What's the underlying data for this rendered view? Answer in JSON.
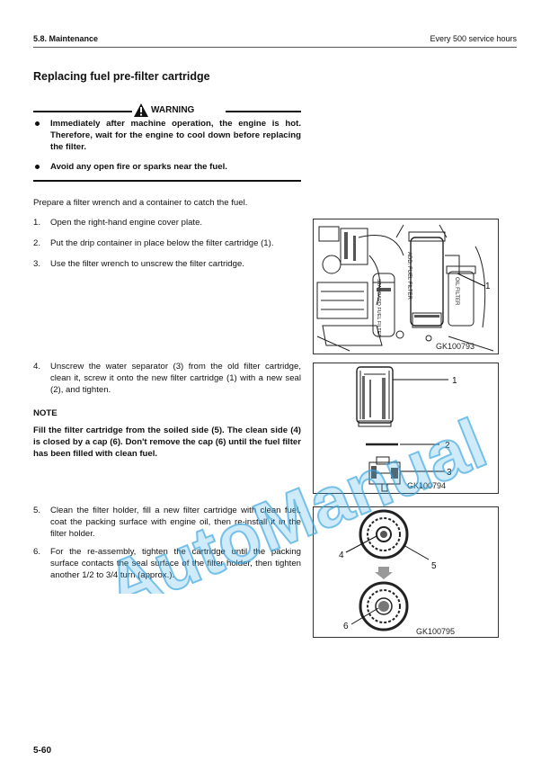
{
  "header": {
    "section": "5.8.  Maintenance",
    "interval": "Every 500 service hours"
  },
  "title": "Replacing fuel pre-filter cartridge",
  "warning": {
    "label": "WARNING",
    "items": [
      "Immediately after machine operation, the engine is hot. Therefore, wait for the engine to cool down before replacing the filter.",
      "Avoid any open fire or sparks near the fuel."
    ]
  },
  "intro": "Prepare a filter wrench and a container to catch the fuel.",
  "steps": [
    {
      "num": "1.",
      "text": "Open the right-hand engine cover plate."
    },
    {
      "num": "2.",
      "text": "Put the drip container in place below the filter cartridge (1)."
    },
    {
      "num": "3.",
      "text": "Use the filter wrench to unscrew the filter cartridge."
    },
    {
      "num": "4.",
      "text": "Unscrew the water separator (3) from the old filter cartridge, clean it, screw it onto the new filter cartridge (1) with a new seal (2), and tighten."
    },
    {
      "num": "5.",
      "text": "Clean the filter holder, fill a new filter cartridge with clean fuel, coat the packing surface with engine oil, then re-install it in the filter holder."
    },
    {
      "num": "6.",
      "text": "For the re-assembly, tighten the cartridge until the packing surface contacts the seal surface of the filter holder, then tighten another 1/2 to 3/4 turn (approx.)."
    }
  ],
  "note": {
    "head": "NOTE",
    "body": "Fill the filter cartridge from the soiled side (5). The clean side (4) is closed by a cap (6). Don't remove the cap (6) until the fuel filter has been filled with clean fuel."
  },
  "figures": {
    "fig1": {
      "code": "GK100793",
      "callouts": [
        "1"
      ],
      "labels": {
        "fuel_filter": "ADD. FUEL FILTER",
        "oil_filter": "OIL FILTER",
        "standard_filter": "STANDARD FUEL FILTER"
      }
    },
    "fig2": {
      "code": "GK100794",
      "callouts": [
        "1",
        "2",
        "3"
      ]
    },
    "fig3": {
      "code": "GK100795",
      "callouts": [
        "4",
        "5",
        "6"
      ]
    }
  },
  "watermark": "AutoManual",
  "page_number": "5-60",
  "colors": {
    "watermark": "#3aa6e0",
    "rule": "#111111"
  }
}
